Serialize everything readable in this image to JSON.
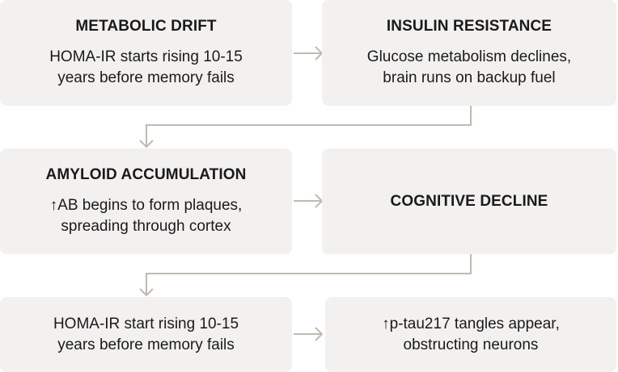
{
  "steps": [
    {
      "title": "METABOLIC DRIFT",
      "lines": [
        "HOMA-IR starts rising 10-15",
        "years before memory fails"
      ]
    },
    {
      "title": "INSULIN RESISTANCE",
      "lines": [
        "Glucose metabolism declines,",
        "brain runs on backup fuel"
      ]
    },
    {
      "title": "AMYLOID ACCUMULATION",
      "lines": [
        "↑AB begins to form plaques,",
        "spreading through cortex"
      ]
    },
    {
      "title": "COGNITIVE DECLINE",
      "lines": []
    },
    {
      "title": "",
      "lines": [
        "HOMA-IR start rising 10-15",
        "years before memory fails"
      ]
    },
    {
      "title": "",
      "lines": [
        "↑p-tau217 tangles appear,",
        "obstructing neurons"
      ]
    }
  ],
  "colors": {
    "box_fill": "#f2f1f0",
    "connector": "#bfbab3",
    "text": "#1a1a1a"
  }
}
